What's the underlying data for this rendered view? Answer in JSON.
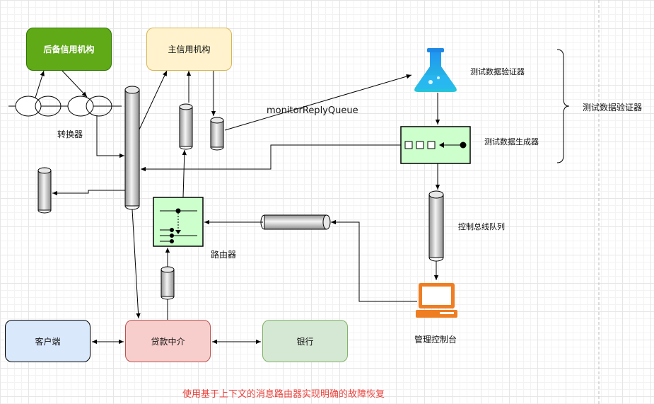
{
  "nodes": {
    "backup_credit": "后备信用机构",
    "main_credit": "主信用机构",
    "converter": "转换器",
    "router": "路由器",
    "client": "客户端",
    "loan_broker": "贷款中介",
    "bank": "银行",
    "test_validator": "测试数据验证器",
    "test_generator": "测试数据生成器",
    "control_bus": "控制总线队列",
    "console": "管理控制台",
    "brace_label": "测试数据验证器",
    "monitor_queue": "monitorReplyQueue"
  },
  "caption": "使用基于上下文的消息路由器实现明确的故障恢复",
  "colors": {
    "backup_fill": "#60a917",
    "main_fill": "#fff2cc",
    "client_fill": "#dae8fc",
    "broker_fill": "#f8cecc",
    "bank_fill": "#d5e8d4",
    "router_fill": "#ccffcc",
    "flask": "#2196f3",
    "console": "#ef7d22",
    "caption": "#e8413b"
  }
}
